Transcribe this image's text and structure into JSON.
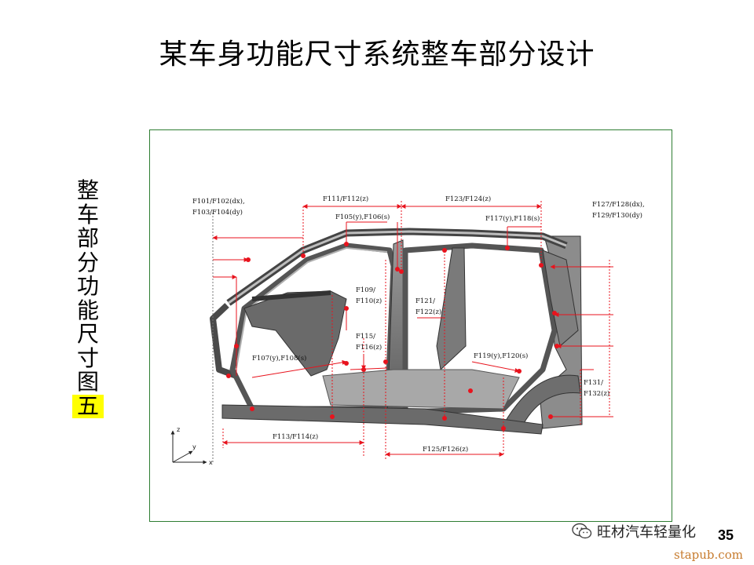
{
  "slide": {
    "title": "某车身功能尺寸系统整车部分设计",
    "side_label": [
      "整",
      "车",
      "部",
      "分",
      "功",
      "能",
      "尺",
      "寸",
      "图",
      "五"
    ],
    "page_number": "35"
  },
  "diagram": {
    "labels": {
      "f101": "F101/F102(dx),",
      "f103": "F103/F104(dy)",
      "f111": "F111/F112(z)",
      "f123": "F123/F124(z)",
      "f127": "F127/F128(dx),",
      "f129": "F129/F130(dy)",
      "f105": "F105(y),F106(s)",
      "f117": "F117(y),F118(s)",
      "f109a": "F109/",
      "f109b": "F110(z)",
      "f121a": "F121/",
      "f121b": "F122(z)",
      "f115a": "F115/",
      "f115b": "F116(z)",
      "f107": "F107(y),F108(s)",
      "f119": "F119(y),F120(s)",
      "f131a": "F131/",
      "f131b": "F132(z)",
      "f113": "F113/F114(z)",
      "f125": "F125/F126(z)"
    },
    "axes": {
      "z": "z",
      "y": "y",
      "x": "x"
    },
    "colors": {
      "dimension": "#e8131d",
      "body": "#4a4a4a",
      "frame": "#2e7d32"
    }
  },
  "watermark": {
    "text": "旺材汽车轻量化",
    "icon": "wechat-icon",
    "site": "stapub.com"
  }
}
